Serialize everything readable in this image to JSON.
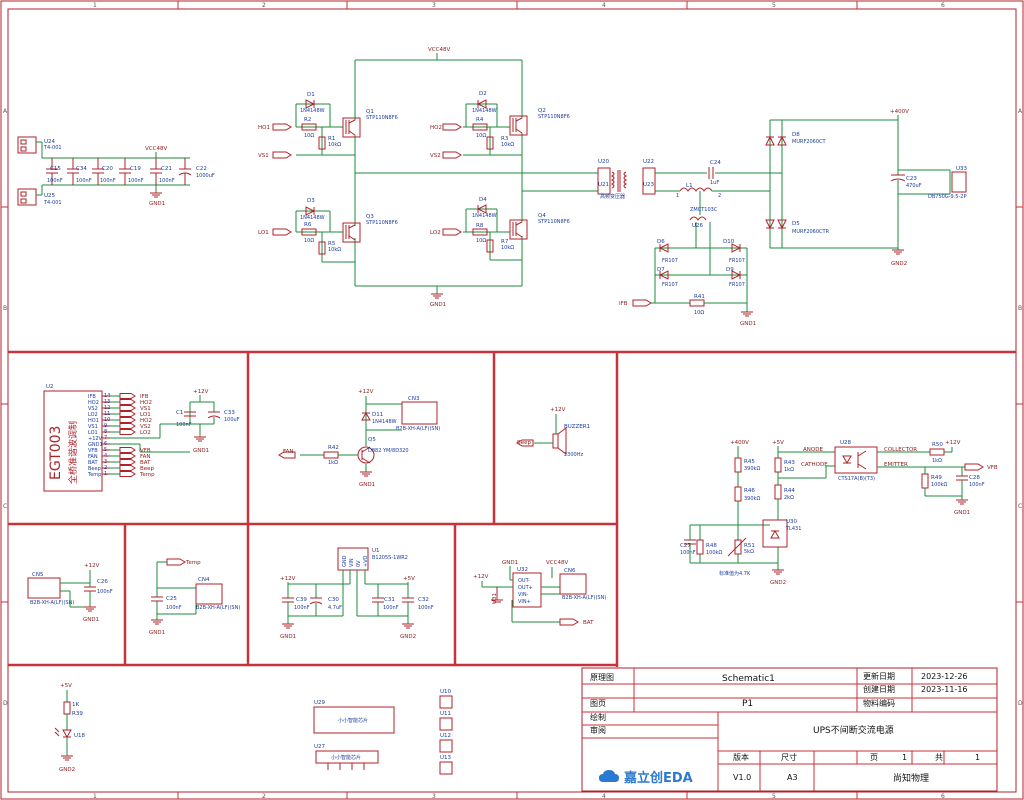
{
  "frame": {
    "cols": [
      "1",
      "2",
      "3",
      "4",
      "5",
      "6"
    ],
    "rows": [
      "A",
      "B",
      "C",
      "D"
    ]
  },
  "power_stage": {
    "vcc48v": "VCC48V",
    "mosfets": [
      {
        "ref": "Q1",
        "part": "STP110N8F6"
      },
      {
        "ref": "Q2",
        "part": "STP110N8F6"
      },
      {
        "ref": "Q3",
        "part": "STP110N8F6"
      },
      {
        "ref": "Q4",
        "part": "STP110N8F6"
      }
    ],
    "diodes": [
      {
        "ref": "D1",
        "part": "1N4148W"
      },
      {
        "ref": "D2",
        "part": "1N4148W"
      },
      {
        "ref": "D3",
        "part": "1N4148W"
      },
      {
        "ref": "D4",
        "part": "1N4148W"
      }
    ],
    "resistors": [
      {
        "ref": "R2",
        "val": "10Ω"
      },
      {
        "ref": "R1",
        "val": "10kΩ"
      },
      {
        "ref": "R4",
        "val": "10Ω"
      },
      {
        "ref": "R3",
        "val": "10kΩ"
      },
      {
        "ref": "R6",
        "val": "10Ω"
      },
      {
        "ref": "R5",
        "val": "10kΩ"
      },
      {
        "ref": "R8",
        "val": "10Ω"
      },
      {
        "ref": "R7",
        "val": "10kΩ"
      }
    ],
    "nets": [
      "HO1",
      "VS1",
      "LO1",
      "HO2",
      "VS2",
      "LO2"
    ],
    "gnd": "GND1"
  },
  "input_caps": {
    "headers": [
      {
        "ref": "U24",
        "part": "T4-001"
      },
      {
        "ref": "U25",
        "part": "T4-001"
      }
    ],
    "caps": [
      {
        "ref": "C15",
        "val": "100nF"
      },
      {
        "ref": "C34",
        "val": "100nF"
      },
      {
        "ref": "C20",
        "val": "100nF"
      },
      {
        "ref": "C19",
        "val": "100nF"
      },
      {
        "ref": "C21",
        "val": "100nF"
      },
      {
        "ref": "C22",
        "val": "1000uF"
      }
    ],
    "vcc": "VCC48V",
    "gnd": "GND1"
  },
  "output_stage": {
    "u20": "U20",
    "u21": "U21",
    "u22": "U22",
    "u23": "U23",
    "transformer_label": "高频变压器",
    "c24": {
      "ref": "C24",
      "val": "1uF"
    },
    "l1": {
      "ref": "L1",
      "val": "1",
      "val2": "2"
    },
    "ct": "ZMCT103C",
    "u26": "U26",
    "d8": {
      "ref": "D8",
      "part": "MURF2060CT"
    },
    "d5": {
      "ref": "D5",
      "part": "MURF2060CTR"
    },
    "c23": {
      "ref": "C23",
      "val": "470uF"
    },
    "u33": {
      "ref": "U33",
      "part": "DB750G-9.5-2P"
    },
    "v400": "+400V",
    "gnd2": "GND2",
    "d6": {
      "ref": "D6",
      "part": "FR107"
    },
    "d7": {
      "ref": "D7",
      "part": "FR107"
    },
    "d9": {
      "ref": "D9",
      "part": "FR107"
    },
    "d10": {
      "ref": "D10",
      "part": "FR107"
    },
    "r41": {
      "ref": "R41",
      "val": "10Ω"
    },
    "ifb": "IFB",
    "gnd1": "GND1"
  },
  "egt": {
    "ref": "U2",
    "title": "EGT003",
    "subtitle": "全桥准谐波调制",
    "left_pins": [
      {
        "name": "IFB",
        "num": "14"
      },
      {
        "name": "HO2",
        "num": "13"
      },
      {
        "name": "VS2",
        "num": "12"
      },
      {
        "name": "LO2",
        "num": "11"
      },
      {
        "name": "HO1",
        "num": "10"
      },
      {
        "name": "VS1",
        "num": "9"
      },
      {
        "name": "LO1",
        "num": "8"
      },
      {
        "name": "+12V",
        "num": "7"
      },
      {
        "name": "GND1",
        "num": "6"
      },
      {
        "name": "VFB",
        "num": "5"
      },
      {
        "name": "FAN",
        "num": "4"
      },
      {
        "name": "BAT",
        "num": "3"
      },
      {
        "name": "Beep",
        "num": "2"
      },
      {
        "name": "Temp",
        "num": "1"
      }
    ],
    "right_nets": [
      "IFB",
      "HO2",
      "VS1",
      "LO1",
      "HO2",
      "VS2",
      "LO2",
      "VFB",
      "FAN",
      "BAT",
      "Beep",
      "Temp"
    ],
    "v12": "+12V",
    "c1": {
      "ref": "C1",
      "val": "100nF"
    },
    "c33": {
      "ref": "C33",
      "val": "100uF"
    },
    "gnd": "GND1"
  },
  "fan_block": {
    "v12": "+12V",
    "d11": {
      "ref": "D11",
      "part": "1N4148W"
    },
    "cn3": {
      "ref": "CN3",
      "part": "B2B-XH-A(LF)(SN)"
    },
    "q5": {
      "ref": "Q5",
      "part": "D882 YM/8D320"
    },
    "r42": {
      "ref": "R42",
      "val": "1kΩ"
    },
    "net": "FAN",
    "gnd": "GND1"
  },
  "beep_block": {
    "v12": "+12V",
    "buzzer": {
      "ref": "BUZZER1",
      "val": "2300Hz"
    },
    "net": "Beep"
  },
  "feedback": {
    "v400": "+400V",
    "v5": "+5V",
    "v12": "+12V",
    "r45": {
      "ref": "R45",
      "val": "390kΩ"
    },
    "r46": {
      "ref": "R46",
      "val": "390kΩ"
    },
    "r48": {
      "ref": "R48",
      "val": "100kΩ"
    },
    "r51": {
      "ref": "R51",
      "val": "5kΩ"
    },
    "r43": {
      "ref": "R43",
      "val": "1kΩ"
    },
    "r44": {
      "ref": "R44",
      "val": "2kΩ"
    },
    "r50": {
      "ref": "R50",
      "val": "1kΩ"
    },
    "r49": {
      "ref": "R49",
      "val": "100kΩ"
    },
    "c27": {
      "ref": "C27",
      "val": "100nF"
    },
    "c28": {
      "ref": "C28",
      "val": "100nF"
    },
    "u28": {
      "ref": "U28",
      "part": "CTS17A(B)(T3)"
    },
    "u30": {
      "ref": "U30",
      "part": "TL431"
    },
    "anode": "ANODE",
    "cathode": "CATHODE",
    "collector": "COLLECTOR",
    "emitter": "EMITTER",
    "note": "标准值为4.7K",
    "vfb": "VFB",
    "gnd1": "GND1",
    "gnd2": "GND2"
  },
  "cn5_block": {
    "cn5": {
      "ref": "CN5",
      "part": "B2B-XH-A(LF)(SN)"
    },
    "c26": {
      "ref": "C26",
      "val": "100nF"
    },
    "v12": "+12V",
    "gnd": "GND1"
  },
  "temp_block": {
    "net": "Temp",
    "cn4": {
      "ref": "CN4",
      "part": "B2B-XH-A(LF)(SN)"
    },
    "c25": {
      "ref": "C25",
      "val": "100nF"
    },
    "gnd": "GND1"
  },
  "dcdc_block": {
    "u1": {
      "ref": "U1",
      "part": "B1205S-1WR2"
    },
    "pins": [
      "GND",
      "VIN",
      "0V",
      "+VO"
    ],
    "v12": "+12V",
    "v5": "+5V",
    "c39": {
      "ref": "C39",
      "val": "100nF"
    },
    "c30": {
      "ref": "C30",
      "val": "4.7uF"
    },
    "c31": {
      "ref": "C31",
      "val": "100nF"
    },
    "c32": {
      "ref": "C32",
      "val": "100nF"
    },
    "gnd1": "GND1",
    "gnd2": "GND2"
  },
  "bat_block": {
    "gnd1": "GND1",
    "v12": "+12V",
    "vcc48": "VCC48V",
    "u32": "U32",
    "pins": [
      "OUT-",
      "OUT+",
      "VIN-",
      "VIN+"
    ],
    "cn6": {
      "ref": "CN6",
      "part": "B2B-XH-A(LF)(SN)"
    },
    "u31": "U31",
    "net": "BAT"
  },
  "misc": {
    "v5": "+5V",
    "r39": {
      "ref": "R39",
      "val": "1K"
    },
    "led": "U18",
    "gnd2": "GND2",
    "u29": {
      "ref": "U29",
      "label": "小小智能芯片"
    },
    "u27": {
      "ref": "U27",
      "label": "小小智能芯片"
    },
    "pins": [
      "U10",
      "U11",
      "U12",
      "U13"
    ]
  },
  "title_block": {
    "schematic_label": "原理图",
    "schematic_value": "Schematic1",
    "page_label": "图页",
    "page_value": "P1",
    "draw_label": "绘制",
    "review_label": "审阅",
    "update_label": "更新日期",
    "update_value": "2023-12-26",
    "create_label": "创建日期",
    "create_value": "2023-11-16",
    "material_label": "物料编码",
    "material_value": "",
    "title": "UPS不间断交流电源",
    "version_label": "版本",
    "size_label": "尺寸",
    "page_no_label": "页",
    "page_no": "1",
    "total_label": "共",
    "total": "1",
    "version": "V1.0",
    "size": "A3",
    "company": "尚知物理",
    "logo_text": "嘉立创EDA"
  }
}
